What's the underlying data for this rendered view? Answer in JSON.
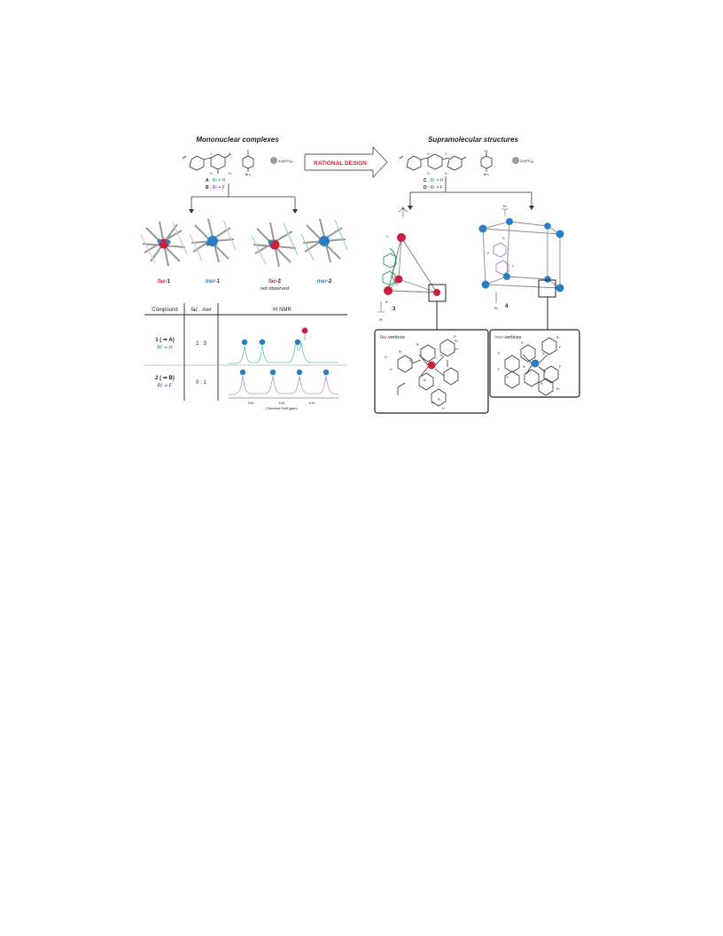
{
  "colors": {
    "fac": "#c8223c",
    "mer": "#2a7fc4",
    "h_substituent": "#1f8a5e",
    "f_substituent": "#6a2c91",
    "nmr_trace_1": "#5fc3a8",
    "nmr_trace_2": "#b98fd6",
    "arrow_text": "#c8223c"
  },
  "left": {
    "title": "Mononuclear complexes",
    "metal_salt": "Zn(NTf₂)₂",
    "amine_label_top": "F",
    "amine_label_bottom": "NH₂",
    "r_label": "R¹",
    "ligand_A_prefix": "A",
    "ligand_A_rest": " : R¹ = H",
    "ligand_B_prefix": "B",
    "ligand_B_rest": " : R¹ = F"
  },
  "right": {
    "title": "Supramolecular structures",
    "metal_salt": "Zn(PF₆)₂",
    "amine_label_top": "R²",
    "amine_label_bottom": "NH₂",
    "ligand_C_prefix": "C",
    "ligand_C_rest": " : R¹ = H",
    "ligand_D_prefix": "D",
    "ligand_D_rest": " : R¹ = F"
  },
  "arrow": {
    "label": "RATIONAL DESIGN"
  },
  "complexes": [
    {
      "prefix": "fac",
      "suffix": "-1",
      "note": ""
    },
    {
      "prefix": "mer",
      "suffix": "-1",
      "note": ""
    },
    {
      "prefix": "fac",
      "suffix": "-2",
      "note": "not observed"
    },
    {
      "prefix": "mer",
      "suffix": "-2",
      "note": ""
    }
  ],
  "table": {
    "headers": {
      "compound": "Compound",
      "ratio": "fac : mer",
      "nmr": "¹H NMR"
    },
    "rows": [
      {
        "compound": "1 ( ⇒ A)",
        "substituent": "R¹ = H",
        "ratio": "1 : 3"
      },
      {
        "compound": "2 ( ⇒ B)",
        "substituent": "R¹ = F",
        "ratio": "0 : 1"
      }
    ],
    "axis_ticks": [
      "9.50",
      "9.30",
      "9.10"
    ],
    "axis_label": "Chemical Shift (ppm)"
  },
  "cages": [
    {
      "label": "3",
      "vertex_label_prefix": "fac",
      "vertex_label_suffix": "-vertices"
    },
    {
      "label": "4",
      "vertex_label_prefix": "mer",
      "vertex_label_suffix": "-vertices"
    }
  ],
  "atom_labels": {
    "N": "N",
    "H": "H",
    "F": "F",
    "R1": "R¹",
    "R2": "R²"
  }
}
